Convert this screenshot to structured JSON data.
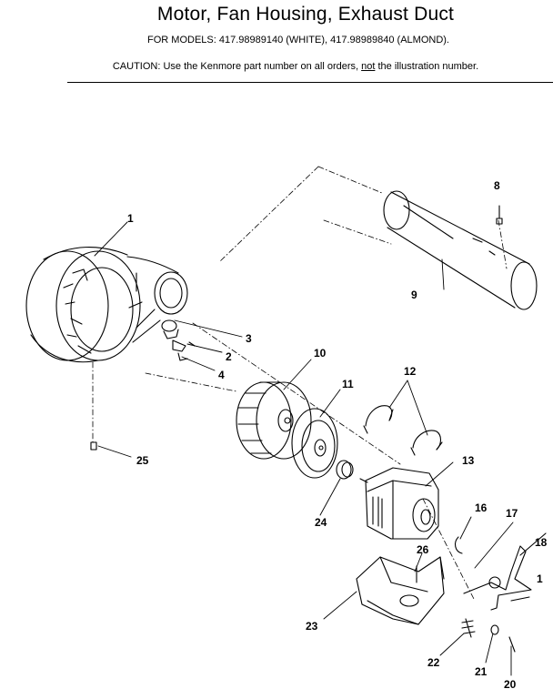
{
  "header": {
    "title": "Motor, Fan Housing, Exhaust Duct",
    "models": "FOR MODELS:  417.98989140 (WHITE), 417.98989840 (ALMOND).",
    "caution_prefix": "CAUTION:  Use the Kenmore part number on all orders, ",
    "caution_not": "not",
    "caution_suffix": " the illustration number."
  },
  "callouts": [
    {
      "part": "fan-housing",
      "label": "1"
    },
    {
      "part": "clip",
      "label": "2"
    },
    {
      "part": "thermostat",
      "label": "3"
    },
    {
      "part": "bracket",
      "label": "4"
    },
    {
      "part": "screw",
      "label": "8"
    },
    {
      "part": "exhaust-duct",
      "label": "9"
    },
    {
      "part": "blower-wheel",
      "label": "10"
    },
    {
      "part": "pulley",
      "label": "11"
    },
    {
      "part": "motor-clamps",
      "label": "12"
    },
    {
      "part": "motor",
      "label": "13"
    },
    {
      "part": "spring-clip",
      "label": "16"
    },
    {
      "part": "idler-arm",
      "label": "17"
    },
    {
      "part": "idler-pulley",
      "label": "18"
    },
    {
      "part": "screw-b",
      "label": "1"
    },
    {
      "part": "screw-c",
      "label": "20"
    },
    {
      "part": "nut",
      "label": "21"
    },
    {
      "part": "spring",
      "label": "22"
    },
    {
      "part": "motor-mount",
      "label": "23"
    },
    {
      "part": "washer",
      "label": "24"
    },
    {
      "part": "housing-screw",
      "label": "25"
    },
    {
      "part": "mount-screw",
      "label": "26"
    }
  ]
}
